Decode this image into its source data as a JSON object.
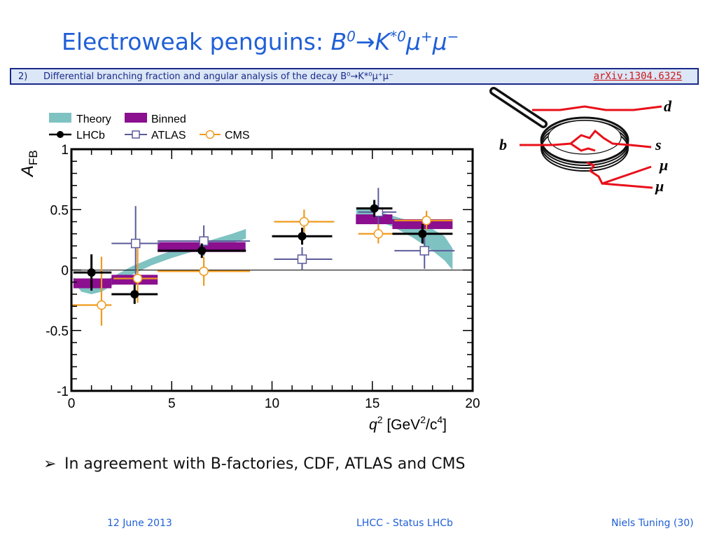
{
  "slide": {
    "title_prefix": "Electroweak penguins: ",
    "title_b": "B",
    "title_b_sup": "0",
    "title_arrow": "→",
    "title_k": "K",
    "title_k_sup": "*0",
    "title_mu1": "μ",
    "title_mu1_sup": "+",
    "title_mu2": "μ",
    "title_mu2_sup": "−"
  },
  "reference": {
    "number": "2)",
    "text": "Differential branching fraction and angular analysis of the decay B⁰→K*⁰μ⁺μ⁻",
    "link": "arXiv:1304.6325"
  },
  "bullet": {
    "marker": "➢",
    "text": "In agreement with B-factories, CDF, ATLAS and CMS"
  },
  "footer": {
    "date": "12 June 2013",
    "center": "LHCC - Status LHCb",
    "right": "Niels Tuning (30)"
  },
  "diagram": {
    "labels": [
      "d",
      "b",
      "s",
      "μ",
      "μ"
    ],
    "colors": {
      "lines": "#e8101a",
      "glass": "#111111"
    }
  },
  "colors": {
    "title": "#1f5fd6",
    "theory": "#7fc2c2",
    "binned": "#8b0f8f",
    "lhcb": "#000000",
    "atlas": "#5b5b9a",
    "cms": "#f09a1e"
  },
  "chart_data": {
    "type": "scatter",
    "xlabel_main": "q",
    "xlabel_sup": "2",
    "xlabel_rest": " [GeV",
    "xlabel_sup2": "2",
    "xlabel_rest2": "/c",
    "xlabel_sup3": "4",
    "xlabel_end": "]",
    "ylabel_main": "A",
    "ylabel_sub": "FB",
    "xlim": [
      0,
      20
    ],
    "ylim": [
      -1,
      1
    ],
    "xticks": [
      "0",
      "5",
      "10",
      "15",
      "20"
    ],
    "xtick_values": [
      0,
      5,
      10,
      15,
      20
    ],
    "yticks": [
      "1",
      "0.5",
      "0",
      "-0.5",
      "-1"
    ],
    "ytick_values": [
      1,
      0.5,
      0,
      -0.5,
      -1
    ],
    "legend": [
      "Theory",
      "Binned",
      "LHCb",
      "ATLAS",
      "CMS"
    ],
    "theory": {
      "name": "Theory",
      "upper": [
        [
          0.1,
          -0.06
        ],
        [
          0.5,
          -0.12
        ],
        [
          1,
          -0.14
        ],
        [
          1.5,
          -0.11
        ],
        [
          2,
          -0.06
        ],
        [
          3,
          0.03
        ],
        [
          4,
          0.1
        ],
        [
          5,
          0.16
        ],
        [
          6,
          0.2
        ],
        [
          7,
          0.25
        ],
        [
          8,
          0.3
        ],
        [
          8.7,
          0.34
        ]
      ],
      "lower": [
        [
          0.1,
          -0.1
        ],
        [
          0.5,
          -0.18
        ],
        [
          1,
          -0.2
        ],
        [
          1.5,
          -0.18
        ],
        [
          2,
          -0.13
        ],
        [
          3,
          -0.04
        ],
        [
          4,
          0.04
        ],
        [
          5,
          0.1
        ],
        [
          6,
          0.15
        ],
        [
          7,
          0.18
        ],
        [
          8,
          0.22
        ],
        [
          8.7,
          0.26
        ]
      ],
      "upper_high": [
        [
          14.2,
          0.52
        ],
        [
          15,
          0.5
        ],
        [
          16,
          0.45
        ],
        [
          17,
          0.4
        ],
        [
          18,
          0.34
        ],
        [
          18.6,
          0.28
        ],
        [
          19,
          0.18
        ]
      ],
      "lower_high": [
        [
          14.2,
          0.44
        ],
        [
          15,
          0.42
        ],
        [
          16,
          0.36
        ],
        [
          17,
          0.27
        ],
        [
          18,
          0.16
        ],
        [
          18.6,
          0.08
        ],
        [
          19,
          0.0
        ]
      ]
    },
    "binned": [
      {
        "x0": 0.1,
        "x1": 2.0,
        "y": -0.11
      },
      {
        "x0": 2.0,
        "x1": 4.3,
        "y": -0.08
      },
      {
        "x0": 4.3,
        "x1": 8.68,
        "y": 0.19
      },
      {
        "x0": 14.18,
        "x1": 16.0,
        "y": 0.42
      },
      {
        "x0": 16.0,
        "x1": 19.0,
        "y": 0.38
      }
    ],
    "series": [
      {
        "name": "LHCb",
        "points": [
          {
            "x": 1.0,
            "y": -0.02,
            "xl": 0.9,
            "xr": 1.0,
            "el": 0.15,
            "eh": 0.15
          },
          {
            "x": 3.15,
            "y": -0.2,
            "xl": 1.15,
            "xr": 1.15,
            "el": 0.08,
            "eh": 0.08
          },
          {
            "x": 6.5,
            "y": 0.16,
            "xl": 2.2,
            "xr": 2.2,
            "el": 0.06,
            "eh": 0.06
          },
          {
            "x": 11.5,
            "y": 0.28,
            "xl": 1.5,
            "xr": 1.5,
            "el": 0.07,
            "eh": 0.07
          },
          {
            "x": 15.1,
            "y": 0.51,
            "xl": 0.9,
            "xr": 0.9,
            "el": 0.07,
            "eh": 0.07
          },
          {
            "x": 17.5,
            "y": 0.3,
            "xl": 1.5,
            "xr": 1.5,
            "el": 0.08,
            "eh": 0.08
          }
        ]
      },
      {
        "name": "ATLAS",
        "points": [
          {
            "x": 3.2,
            "y": 0.22,
            "xl": 1.2,
            "xr": 1.2,
            "el": 0.28,
            "eh": 0.31
          },
          {
            "x": 6.6,
            "y": 0.24,
            "xl": 2.3,
            "xr": 2.3,
            "el": 0.12,
            "eh": 0.13
          },
          {
            "x": 11.5,
            "y": 0.09,
            "xl": 1.4,
            "xr": 1.5,
            "el": 0.09,
            "eh": 0.1
          },
          {
            "x": 15.3,
            "y": 0.48,
            "xl": 1.0,
            "xr": 0.9,
            "el": 0.18,
            "eh": 0.2
          },
          {
            "x": 17.6,
            "y": 0.16,
            "xl": 1.5,
            "xr": 1.5,
            "el": 0.15,
            "eh": 0.15
          }
        ]
      },
      {
        "name": "CMS",
        "points": [
          {
            "x": 1.5,
            "y": -0.29,
            "xl": 1.5,
            "xr": 0.5,
            "el": 0.17,
            "eh": 0.4
          },
          {
            "x": 3.3,
            "y": -0.07,
            "xl": 1.2,
            "xr": 1.0,
            "el": 0.2,
            "eh": 0.25
          },
          {
            "x": 6.6,
            "y": -0.01,
            "xl": 2.3,
            "xr": 2.3,
            "el": 0.12,
            "eh": 0.12
          },
          {
            "x": 11.6,
            "y": 0.4,
            "xl": 1.5,
            "xr": 1.5,
            "el": 0.1,
            "eh": 0.1
          },
          {
            "x": 15.3,
            "y": 0.3,
            "xl": 1.0,
            "xr": 0.9,
            "el": 0.08,
            "eh": 0.08
          },
          {
            "x": 17.7,
            "y": 0.41,
            "xl": 1.6,
            "xr": 1.3,
            "el": 0.08,
            "eh": 0.08
          }
        ]
      }
    ]
  }
}
